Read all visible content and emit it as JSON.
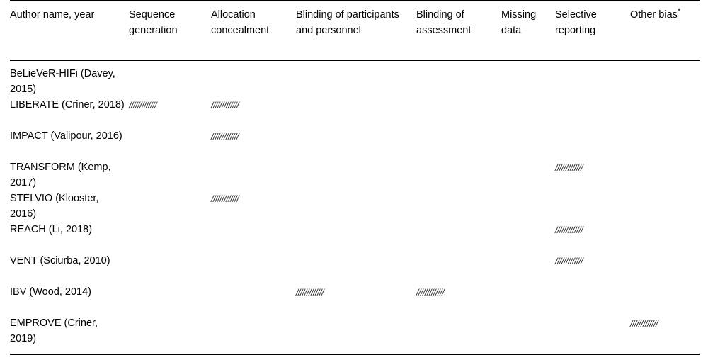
{
  "table": {
    "caption_present": false,
    "columns": [
      {
        "key": "study",
        "label": "Author name, year"
      },
      {
        "key": "seq",
        "label": "Sequence generation"
      },
      {
        "key": "alloc",
        "label": "Allocation concealment"
      },
      {
        "key": "blind_pp",
        "label": "Blinding of participants and personnel"
      },
      {
        "key": "blind_as",
        "label": "Blinding of assessment"
      },
      {
        "key": "missing",
        "label": "Missing data"
      },
      {
        "key": "select",
        "label": "Selective reporting"
      },
      {
        "key": "other",
        "label": "Other bias*"
      }
    ],
    "hatch_mark": "/////////////",
    "rows": [
      {
        "study": "BeLieVeR-HIFi (Davey, 2015)",
        "seq": "",
        "alloc": "",
        "blind_pp": "",
        "blind_as": "",
        "missing": "",
        "select": "",
        "other": ""
      },
      {
        "study": "LIBERATE (Criner, 2018)",
        "seq": "/////////////",
        "alloc": "/////////////",
        "blind_pp": "",
        "blind_as": "",
        "missing": "",
        "select": "",
        "other": ""
      },
      {
        "study": "IMPACT (Valipour, 2016)",
        "seq": "",
        "alloc": "/////////////",
        "blind_pp": "",
        "blind_as": "",
        "missing": "",
        "select": "",
        "other": ""
      },
      {
        "study": "TRANSFORM (Kemp, 2017)",
        "seq": "",
        "alloc": "",
        "blind_pp": "",
        "blind_as": "",
        "missing": "",
        "select": "/////////////",
        "other": ""
      },
      {
        "study": "STELVIO (Klooster, 2016)",
        "seq": "",
        "alloc": "/////////////",
        "blind_pp": "",
        "blind_as": "",
        "missing": "",
        "select": "",
        "other": ""
      },
      {
        "study": "REACH (Li, 2018)",
        "seq": "",
        "alloc": "",
        "blind_pp": "",
        "blind_as": "",
        "missing": "",
        "select": "/////////////",
        "other": ""
      },
      {
        "study": "VENT (Sciurba, 2010)",
        "seq": "",
        "alloc": "",
        "blind_pp": "",
        "blind_as": "",
        "missing": "",
        "select": "/////////////",
        "other": ""
      },
      {
        "study": "IBV (Wood, 2014)",
        "seq": "",
        "alloc": "",
        "blind_pp": "/////////////",
        "blind_as": "/////////////",
        "missing": "",
        "select": "",
        "other": ""
      },
      {
        "study": "EMPROVE (Criner, 2019)",
        "seq": "",
        "alloc": "",
        "blind_pp": "",
        "blind_as": "",
        "missing": "",
        "select": "",
        "other": "/////////////"
      }
    ]
  },
  "colors": {
    "text": "#000000",
    "rule": "#000000",
    "hatch": "#2b2b2b",
    "background": "#ffffff"
  }
}
